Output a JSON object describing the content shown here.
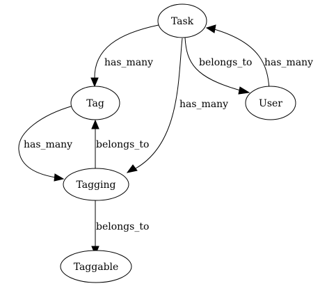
{
  "diagram": {
    "nodes": {
      "task": "Task",
      "tag": "Tag",
      "user": "User",
      "tagging": "Tagging",
      "taggable": "Taggable"
    },
    "edges": [
      {
        "from": "Task",
        "to": "Tag",
        "label": "has_many"
      },
      {
        "from": "Task",
        "to": "User",
        "label": "belongs_to"
      },
      {
        "from": "User",
        "to": "Task",
        "label": "has_many"
      },
      {
        "from": "Task",
        "to": "Tagging",
        "label": "has_many"
      },
      {
        "from": "Tag",
        "to": "Tagging",
        "label": "has_many"
      },
      {
        "from": "Tagging",
        "to": "Tag",
        "label": "belongs_to"
      },
      {
        "from": "Tagging",
        "to": "Taggable",
        "label": "belongs_to"
      }
    ]
  }
}
